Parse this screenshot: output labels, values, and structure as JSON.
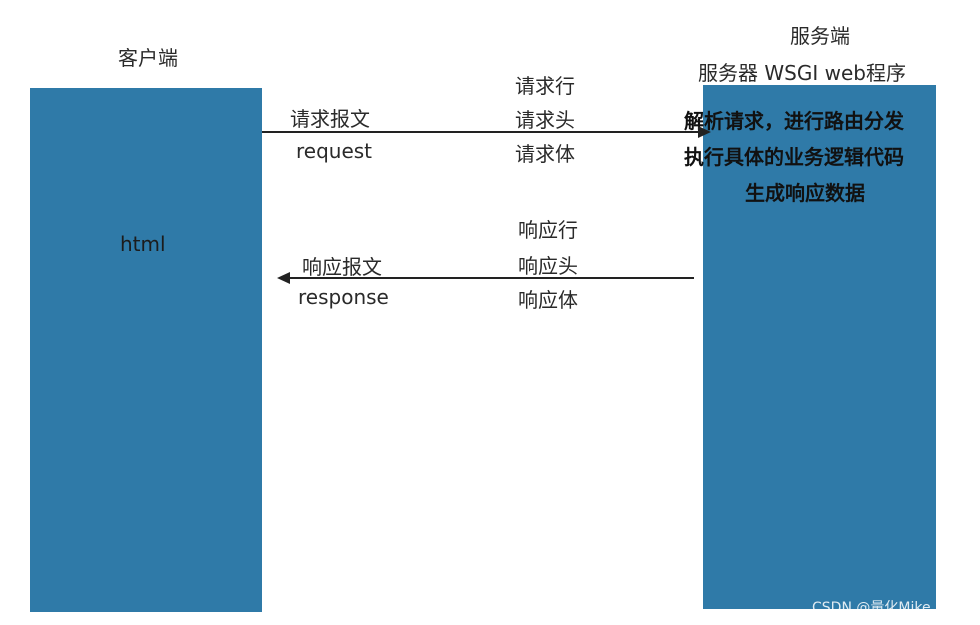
{
  "client": {
    "title": "客户端",
    "content": "html"
  },
  "server": {
    "title": "服务端",
    "subtitle": "服务器  WSGI  web程序",
    "process_lines": [
      "解析请求，进行路由分发",
      "执行具体的业务逻辑代码",
      "生成响应数据"
    ]
  },
  "request": {
    "label_cn": "请求报文",
    "label_en": "request",
    "parts": [
      "请求行",
      "请求头",
      "请求体"
    ]
  },
  "response": {
    "label_cn": "响应报文",
    "label_en": "response",
    "parts": [
      "响应行",
      "响应头",
      "响应体"
    ]
  },
  "watermark": "CSDN @量化Mike",
  "colors": {
    "box": "#2f7aa8",
    "arrow": "#222222"
  }
}
